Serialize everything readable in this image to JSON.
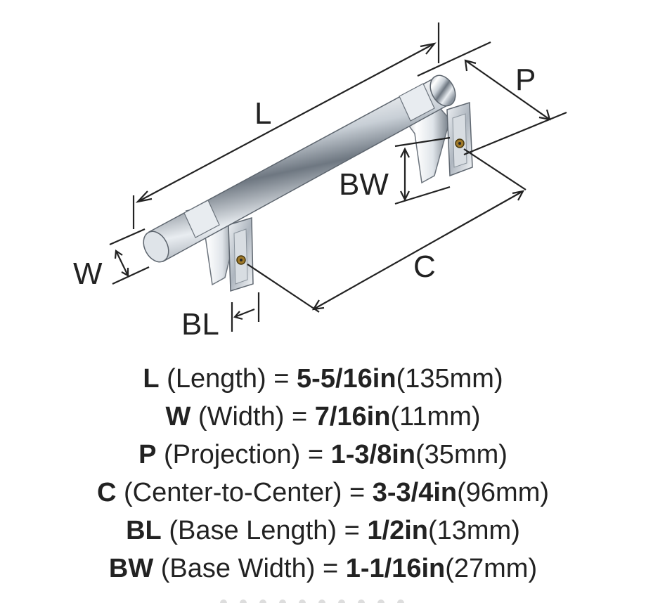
{
  "diagram": {
    "labels": {
      "L": "L",
      "P": "P",
      "BW": "BW",
      "W": "W",
      "C": "C",
      "BL": "BL"
    }
  },
  "specs": [
    {
      "code": "L",
      "name": "(Length)",
      "eq": "=",
      "imperial": "5-5/16in",
      "metric": "(135mm)"
    },
    {
      "code": "W",
      "name": "(Width)",
      "eq": "=",
      "imperial": "7/16in",
      "metric": "(11mm)"
    },
    {
      "code": "P",
      "name": "(Projection)",
      "eq": "=",
      "imperial": "1-3/8in",
      "metric": "(35mm)"
    },
    {
      "code": "C",
      "name": "(Center-to-Center)",
      "eq": "=",
      "imperial": "3-3/4in",
      "metric": "(96mm)"
    },
    {
      "code": "BL",
      "name": "(Base Length)",
      "eq": "=",
      "imperial": "1/2in",
      "metric": "(13mm)"
    },
    {
      "code": "BW",
      "name": "(Base Width)",
      "eq": "=",
      "imperial": "1-1/16in",
      "metric": "(27mm)"
    }
  ],
  "colors": {
    "text": "#222222",
    "chrome_light": "#f4f6f8",
    "chrome_mid": "#b9c0c8",
    "chrome_dark": "#5a626c",
    "screw": "#a07a2a"
  }
}
